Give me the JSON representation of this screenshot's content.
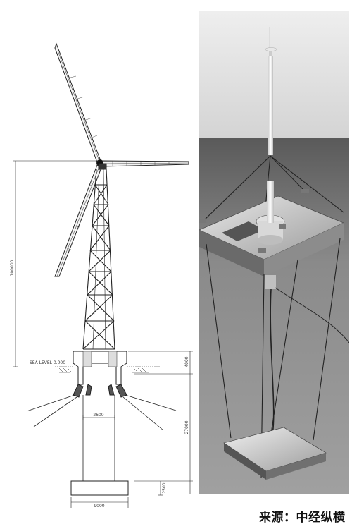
{
  "left_drawing": {
    "dimensions": {
      "tower_height": "100000",
      "sea_level": "SEA LEVEL 0.000",
      "pile_cap_height": "4000",
      "column_width": "2600",
      "water_depth": "27000",
      "base_thickness": "2500",
      "base_width": "9000"
    }
  },
  "right_render": {},
  "watermark": "来源：中经纵横"
}
